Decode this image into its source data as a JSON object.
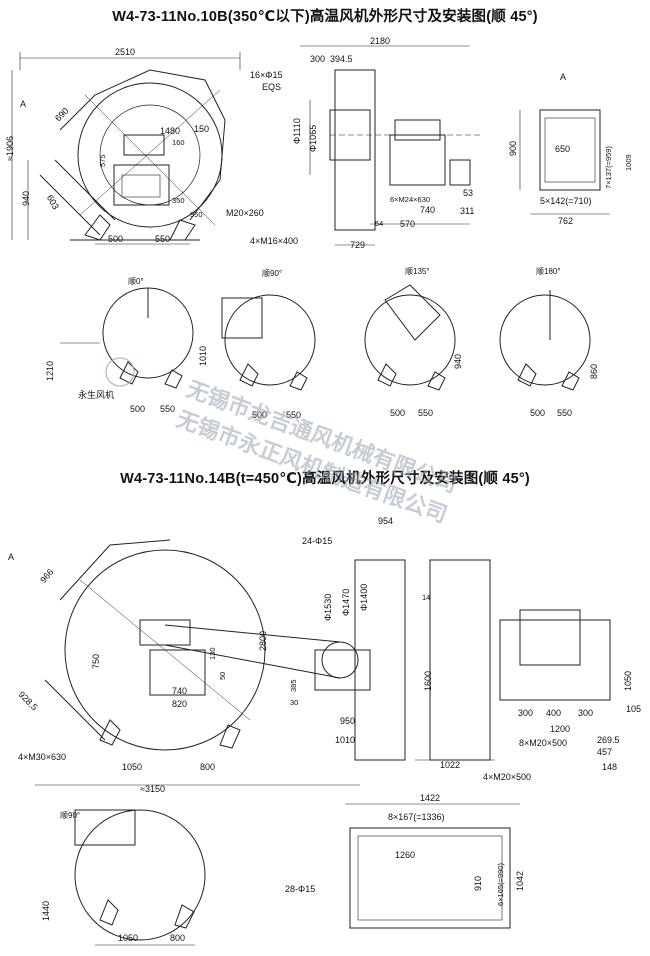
{
  "title_top": "W4-73-11No.10B(350℃以下)高温风机外形尺寸及安装图(顺 45°)",
  "title_bottom": "W4-73-11No.14B(t=450℃)高温风机外形尺寸及安装图(顺 45°)",
  "top_front": {
    "d2510": "2510",
    "d1906": "≈1906",
    "d690": "690",
    "d1480": "1480",
    "d150": "150",
    "d160": "160",
    "d575": "575",
    "d940": "940",
    "d603": "603",
    "d350": "350",
    "d950": "950",
    "bolt": "M20×260",
    "d500": "500",
    "d550": "550",
    "view": "A"
  },
  "top_side": {
    "d2180": "2180",
    "d300": "300",
    "d394": "394.5",
    "holes": "16×Φ15",
    "eqs": "EQS",
    "d1110": "Φ1110",
    "d1065": "Φ1065",
    "m24": "6×M24×630",
    "d53": "53",
    "d740": "740",
    "d311": "311",
    "d54": "54",
    "d570": "570",
    "bolt": "4×M16×400",
    "d729": "729"
  },
  "top_flange": {
    "view": "A",
    "d900": "900",
    "d650": "650",
    "d7x137": "7×137(=959)",
    "d1009": "1009",
    "d5x142": "5×142(=710)",
    "d762": "762"
  },
  "positions": [
    {
      "label": "顺0°",
      "height": "1210",
      "w1": "500",
      "w2": "550"
    },
    {
      "label": "顺90°",
      "height": "1010",
      "w1": "500",
      "w2": "550"
    },
    {
      "label": "顺135°",
      "height": "940",
      "w1": "500",
      "w2": "550"
    },
    {
      "label": "顺180°",
      "height": "860",
      "w1": "500",
      "w2": "550"
    }
  ],
  "bottom_front": {
    "view": "A",
    "d966": "966",
    "d928": "928.5",
    "d750": "750",
    "d130": "130",
    "d50": "50",
    "d2800": "2800",
    "d740": "740",
    "d820": "820",
    "d385": "385",
    "d30": "30",
    "d950": "950",
    "d1010": "1010",
    "bolt": "4×M30×630",
    "d1050": "1050",
    "d800": "800",
    "d3150": "≈3150"
  },
  "bottom_side": {
    "d954": "954",
    "holes": "24-Φ15",
    "d1530": "Φ1530",
    "d1470": "Φ1470",
    "d1400": "Φ1400",
    "d14": "14",
    "d1600": "1600",
    "d1050": "1050",
    "d300a": "300",
    "d400": "400",
    "d300b": "300",
    "d105": "105",
    "d1200": "1200",
    "d8m20": "8×M20×500",
    "d269": "269.5",
    "d457": "457",
    "d148": "148",
    "d1022": "1022",
    "bolt": "4×M20×500"
  },
  "bottom_pos90": {
    "label": "顺90°",
    "height": "1440",
    "w1": "1050",
    "w2": "800"
  },
  "bottom_flange": {
    "d1422": "1422",
    "d8x167": "8×167(=1336)",
    "d1260": "1260",
    "d6x165": "6×165(=990)",
    "d910": "910",
    "d1042": "1042",
    "holes": "28-Φ15"
  },
  "watermark": {
    "line1": "无锡市龙吉通风机械有限公司",
    "line2": "无锡市永正风机制造有限公司",
    "logo": "永生风机"
  }
}
